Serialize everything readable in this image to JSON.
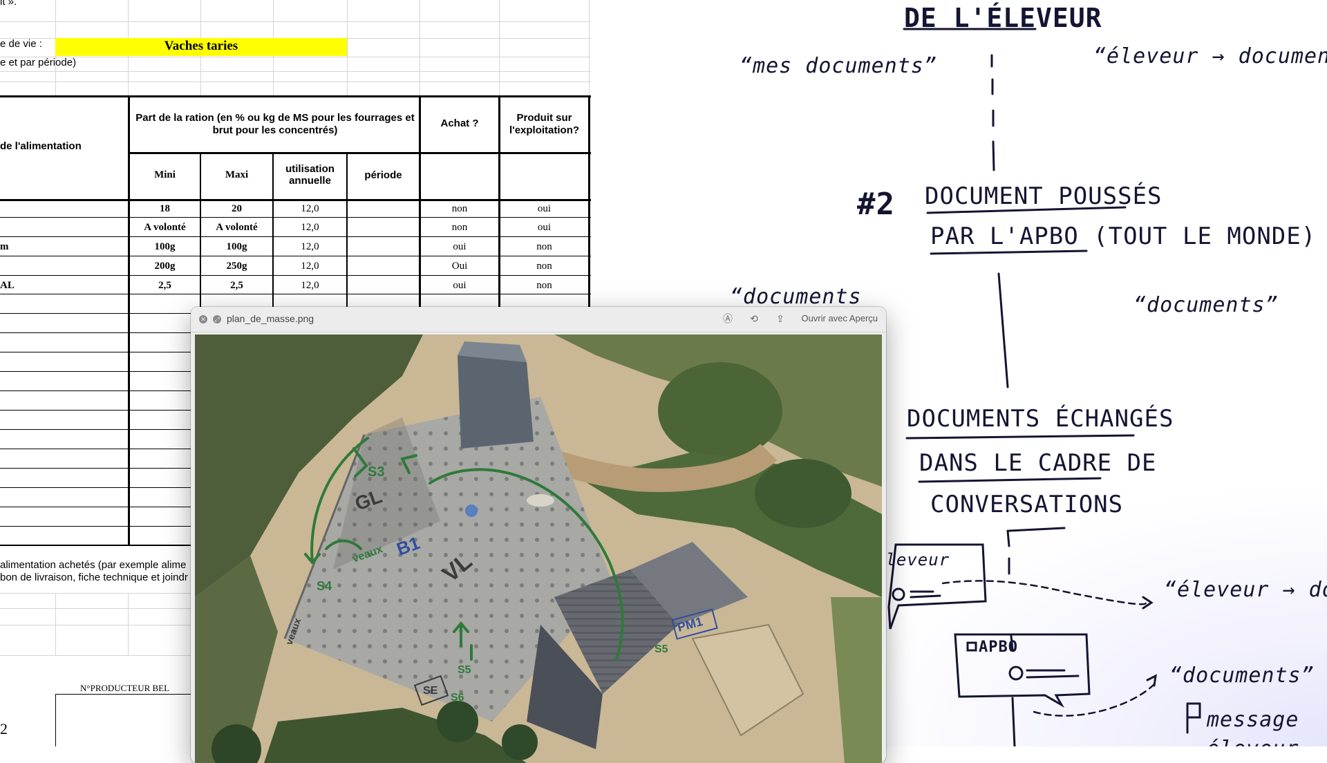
{
  "sheet": {
    "top_text": "it ».",
    "stade_label": "e de vie :",
    "stade_value": "Vaches taries",
    "sub_label": "e et par période)",
    "col_aliment": "de l'alimentation",
    "col_part": "Part de la ration (en % ou kg de MS pour les fourrages et brut pour les concentrés)",
    "col_achat": "Achat ?",
    "col_produit": "Produit sur l'exploitation?",
    "sub_mini": "Mini",
    "sub_maxi": "Maxi",
    "sub_util": "utilisation annuelle",
    "sub_periode": "période",
    "rows": [
      {
        "name": "",
        "mini": "18",
        "maxi": "20",
        "util": "12,0",
        "achat": "non",
        "produit": "oui"
      },
      {
        "name": "",
        "mini": "A volonté",
        "maxi": "A volonté",
        "util": "12,0",
        "achat": "non",
        "produit": "oui"
      },
      {
        "name": "m",
        "mini": "100g",
        "maxi": "100g",
        "util": "12,0",
        "achat": "oui",
        "produit": "non"
      },
      {
        "name": "",
        "mini": "200g",
        "maxi": "250g",
        "util": "12,0",
        "achat": "Oui",
        "produit": "non"
      },
      {
        "name": "AL",
        "mini": "2,5",
        "maxi": "2,5",
        "util": "12,0",
        "achat": "oui",
        "produit": "non"
      }
    ],
    "note_line1": "alimentation achetés (par exemple alime",
    "note_line2": "bon de livraison, fiche technique et joindr",
    "producteur_label": "N°PRODUCTEUR BEL",
    "bottom_number": "2"
  },
  "sketch": {
    "title_top": "DE L'ÉLEVEUR",
    "quote_mes_documents": "“mes documents”",
    "quote_eleveur_document": "“éleveur → document”",
    "section2_num": "#2",
    "section2_line1": "DOCUMENT POUSSÉS",
    "section2_line2": "PAR L'APBO (TOUT LE MONDE)",
    "quote_documents_left": "“documents",
    "quote_documents_right": "“documents”",
    "section3_line1": "DOCUMENTS ÉCHANGÉS",
    "section3_line2": "DANS LE CADRE DE",
    "section3_line3": "CONVERSATIONS",
    "bubble1_label": "éleveur",
    "bubble2_label": "APBO",
    "quote_eleveur_docum": "“éleveur → docum",
    "quote_documents_bottom": "“documents”",
    "list_message": "message",
    "list_eleveur": "éleveur"
  },
  "quicklook": {
    "title": "plan_de_masse.png",
    "open_with": "Ouvrir avec Aperçu",
    "annotations": [
      "S3",
      "GL",
      "B1",
      "VL",
      "veaux",
      "S4",
      "veaux",
      "SE",
      "S5",
      "S6",
      "PM1",
      "S5"
    ]
  }
}
